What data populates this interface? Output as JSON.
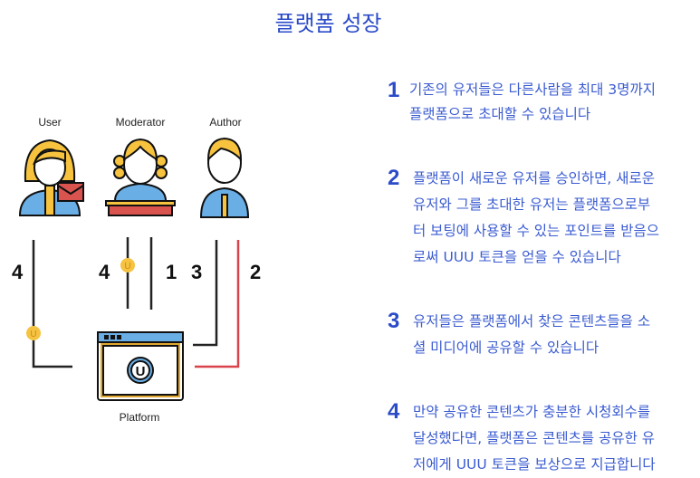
{
  "title": "플랫폼 성장",
  "roles": {
    "user": "User",
    "moderator": "Moderator",
    "author": "Author",
    "platform": "Platform"
  },
  "flow_numbers": {
    "user_flow": "4",
    "moderator_coin": "4",
    "moderator_invite": "1",
    "author_share": "3",
    "author_approve": "2"
  },
  "colors": {
    "accent": "#2b4bc8",
    "text": "#3a5bd0",
    "red_line": "#d9434b",
    "coin": "#f5c242",
    "hair": "#f7c33f",
    "shirt": "#6aaee6"
  },
  "steps": [
    {
      "number": "1",
      "lines": [
        "기존의 유저들은 다른사람을 최대 3명까지",
        "플랫폼으로 초대할 수 있습니다"
      ]
    },
    {
      "number": "2",
      "lines": [
        "플랫폼이 새로운 유저를 승인하면, 새로운",
        "유저와 그를 초대한 유저는 플랫폼으로부",
        "터 보팅에 사용할 수 있는 포인트를 받음으",
        "로써 UUU 토큰을 얻을 수 있습니다"
      ]
    },
    {
      "number": "3",
      "lines": [
        "유저들은 플랫폼에서 찾은 콘텐츠들을 소",
        "셜 미디어에 공유할 수 있습니다"
      ]
    },
    {
      "number": "4",
      "lines": [
        "만약 공유한 콘텐츠가 충분한 시청회수를",
        "달성했다면, 플랫폼은 콘텐츠를 공유한 유",
        "저에게 UUU 토큰을 보상으로 지급합니다"
      ]
    }
  ]
}
